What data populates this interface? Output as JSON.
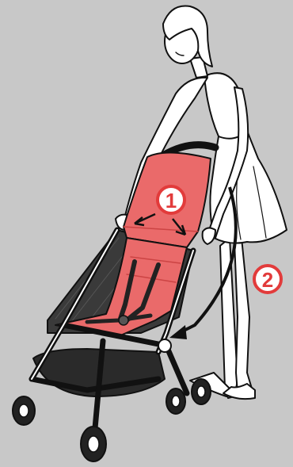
{
  "callouts": [
    {
      "id": "step-1",
      "label": "1"
    },
    {
      "id": "step-2",
      "label": "2"
    }
  ],
  "colors": {
    "background": "#c8c8c8",
    "seat": "#ea6a6a",
    "seat_shadow": "#d94e4e",
    "frame": "#1a1a1a",
    "mesh": "#2a2a2a",
    "callout": "#e23b3b",
    "figure_fill": "#ffffff",
    "outline": "#111111"
  },
  "icons": [
    "squeeze-arrows-icon",
    "fold-arrow-icon"
  ]
}
